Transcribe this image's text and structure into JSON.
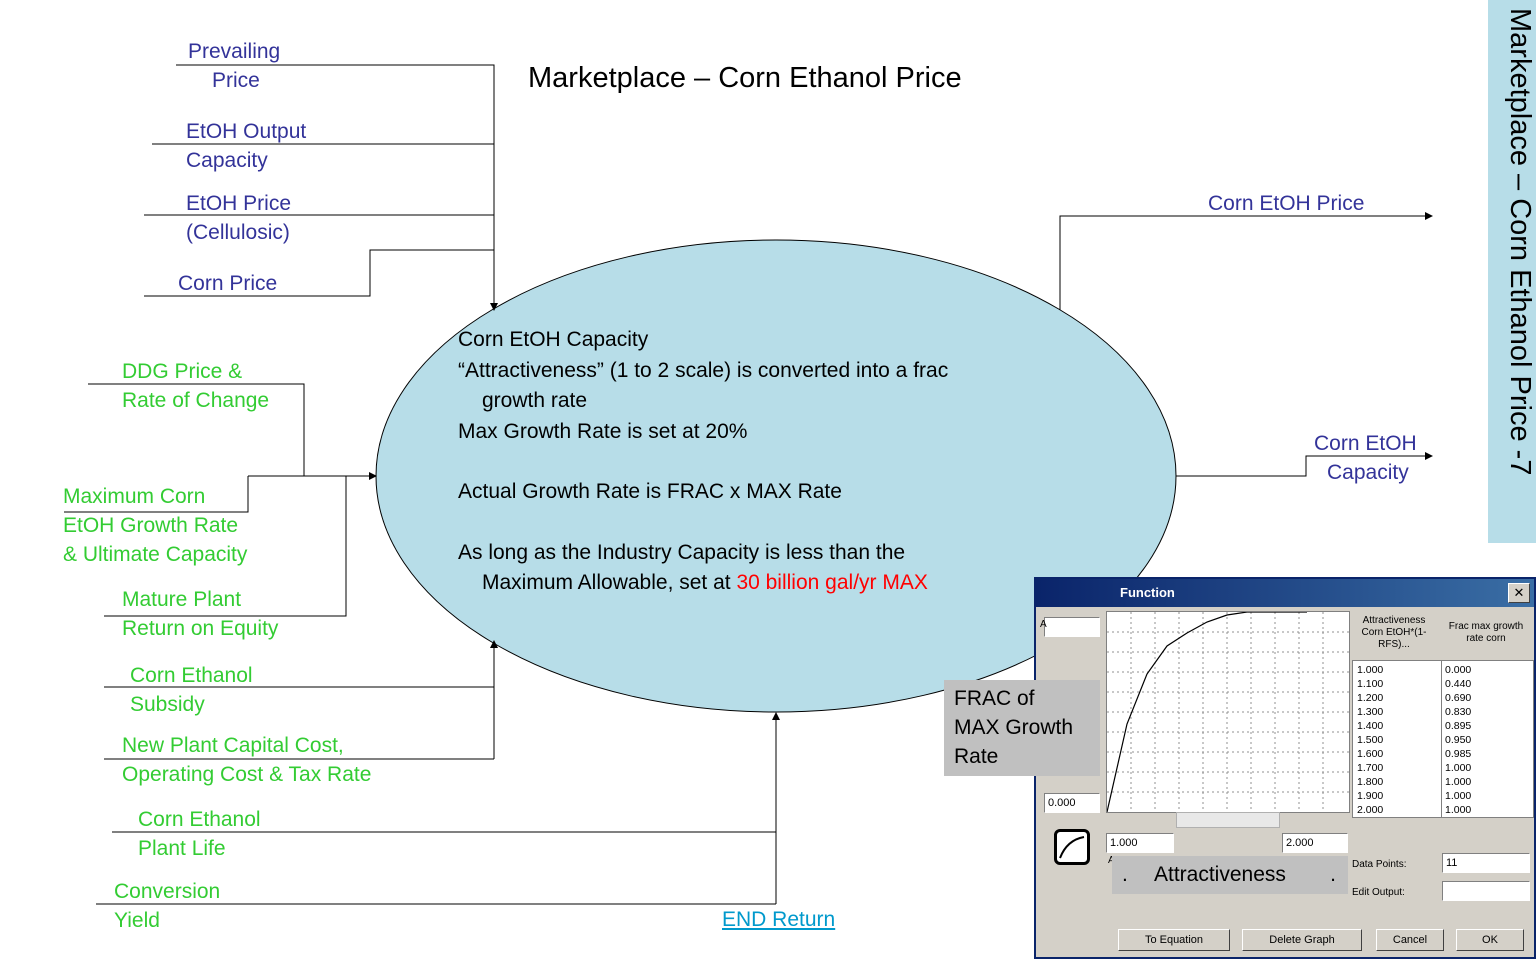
{
  "title": "Marketplace – Corn Ethanol Price",
  "side_title": "Marketplace – Corn Ethanol Price -7",
  "inputs_blue": {
    "prevailing_l1": "Prevailing",
    "prevailing_l2": "Price",
    "etoh_output_l1": "EtOH Output",
    "etoh_output_l2": "Capacity",
    "etoh_price_l1": "EtOH Price",
    "etoh_price_l2": "(Cellulosic)",
    "corn_price": "Corn Price"
  },
  "inputs_green": {
    "ddg_l1": "DDG Price &",
    "ddg_l2": "Rate of Change",
    "max_corn_l1": "Maximum Corn",
    "max_corn_l2": "EtOH Growth Rate",
    "max_corn_l3": "& Ultimate Capacity",
    "mature_l1": "Mature Plant",
    "mature_l2": "Return on Equity",
    "subsidy_l1": "Corn Ethanol",
    "subsidy_l2": "Subsidy",
    "newplant_l1": "New Plant Capital Cost,",
    "newplant_l2": "Operating Cost & Tax Rate",
    "plantlife_l1": "Corn Ethanol",
    "plantlife_l2": "Plant Life",
    "conversion_l1": "Conversion",
    "conversion_l2": "Yield"
  },
  "outputs": {
    "corn_etoh_price": "Corn EtOH Price",
    "corn_etoh_cap_l1": "Corn EtOH",
    "corn_etoh_cap_l2": "Capacity"
  },
  "ellipse": {
    "line1": "Corn EtOH Capacity",
    "line2": "“Attractiveness” (1 to 2 scale) is converted into a frac",
    "line3": "growth rate",
    "line4": "Max Growth Rate is set at 20%",
    "line5": "Actual Growth Rate is FRAC x MAX Rate",
    "line6": "As long as the Industry Capacity is less than the",
    "line7a": "Maximum Allowable, set at ",
    "line7b": "30 billion gal/yr MAX"
  },
  "end_return": "END Return",
  "dialog": {
    "title": "Function",
    "close": "✕",
    "ymin": "0.000",
    "xmin": "1.000",
    "xmax": "2.000",
    "axis_letter_a": "A",
    "axis_letter_b": "A",
    "col1_header": "Attractiveness Corn EtOH*(1-RFS)...",
    "col2_header": "Frac max growth rate corn",
    "rows_x": [
      "1.000",
      "1.100",
      "1.200",
      "1.300",
      "1.400",
      "1.500",
      "1.600",
      "1.700",
      "1.800",
      "1.900",
      "2.000"
    ],
    "rows_y": [
      "0.000",
      "0.440",
      "0.690",
      "0.830",
      "0.895",
      "0.950",
      "0.985",
      "1.000",
      "1.000",
      "1.000",
      "1.000"
    ],
    "data_points_label": "Data Points:",
    "data_points_value": "11",
    "edit_output_label": "Edit Output:",
    "btn_to_equation": "To Equation",
    "btn_delete_graph": "Delete Graph",
    "btn_cancel": "Cancel",
    "btn_ok": "OK"
  },
  "frac_box": {
    "l1": "FRAC of",
    "l2": "MAX Growth",
    "l3": "Rate"
  },
  "attr_box": {
    "dot": ".",
    "text": "Attractiveness"
  },
  "colors": {
    "blue_text": "#333399",
    "green_text": "#33cc33",
    "ellipse_fill": "#b7dde8",
    "red_text": "#ff0000"
  }
}
